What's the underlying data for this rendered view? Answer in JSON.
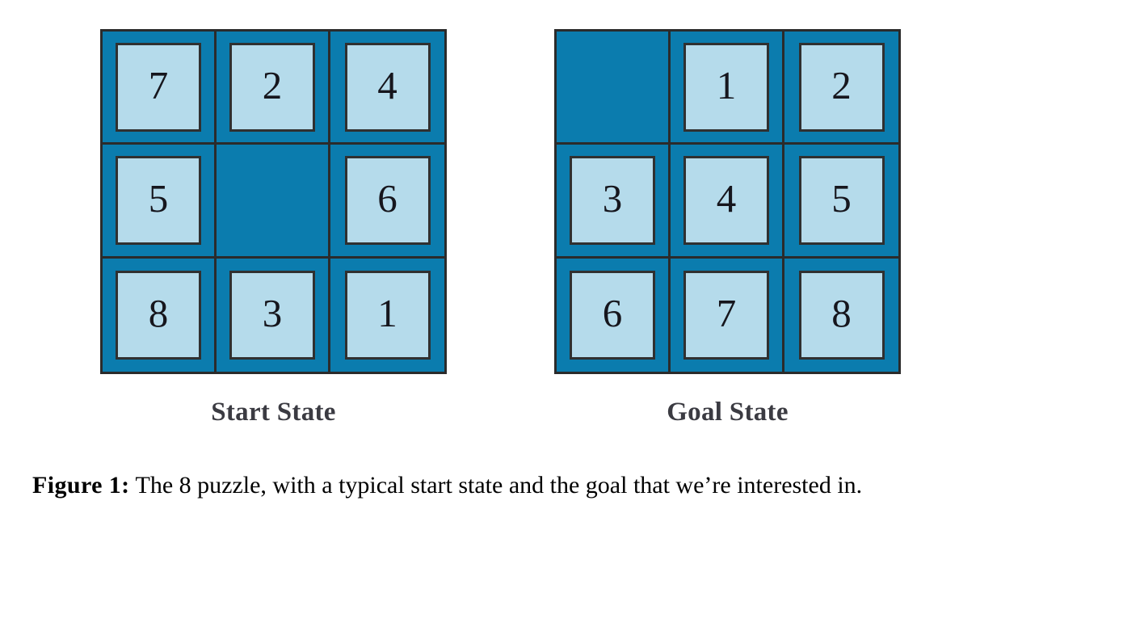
{
  "figure": {
    "caption_lead": "Figure 1:",
    "caption_body": "The 8 puzzle, with a typical start state and the goal that we’re interested in."
  },
  "boards": {
    "start": {
      "label": "Start State",
      "tiles": [
        "7",
        "2",
        "4",
        "5",
        "",
        "6",
        "8",
        "3",
        "1"
      ]
    },
    "goal": {
      "label": "Goal State",
      "tiles": [
        "",
        "1",
        "2",
        "3",
        "4",
        "5",
        "6",
        "7",
        "8"
      ]
    }
  },
  "colors": {
    "board_background": "#0b7cae",
    "tile_fill": "#b5dbeb",
    "grid_line": "#2b2b2b",
    "tile_border": "#303030",
    "number_text": "#16161d",
    "state_label_text": "#3b3b42",
    "page_background": "#ffffff"
  }
}
